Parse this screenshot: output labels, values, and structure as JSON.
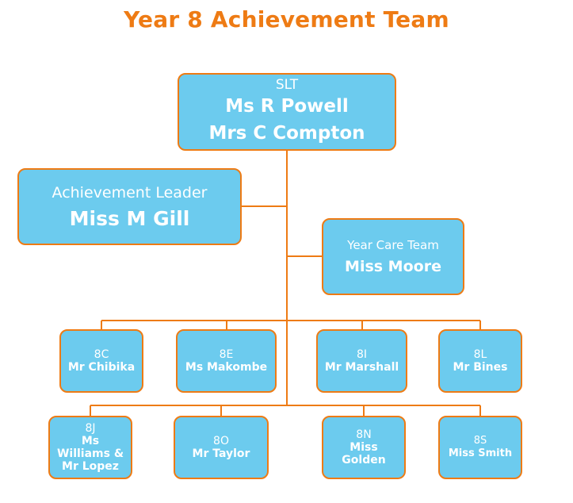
{
  "title": "Year 8 Achievement Team",
  "colors": {
    "title": "#ee7b14",
    "box_fill": "#6ccbee",
    "box_border": "#ee7b14",
    "connector": "#ee7b14",
    "text": "#ffffff"
  },
  "slt": {
    "role": "SLT",
    "names": [
      "Ms R Powell",
      "Mrs C Compton"
    ]
  },
  "achievement_leader": {
    "role": "Achievement Leader",
    "name": "Miss M Gill"
  },
  "year_care_team": {
    "role": "Year Care Team",
    "name": "Miss Moore"
  },
  "forms_row1": [
    {
      "form": "8C",
      "tutor": "Mr Chibika"
    },
    {
      "form": "8E",
      "tutor": "Ms Makombe"
    },
    {
      "form": "8I",
      "tutor": "Mr Marshall"
    },
    {
      "form": "8L",
      "tutor": "Mr Bines"
    }
  ],
  "forms_row2": [
    {
      "form": "8J",
      "tutor": "Ms Williams & Mr Lopez"
    },
    {
      "form": "8O",
      "tutor": "Mr Taylor"
    },
    {
      "form": "8N",
      "tutor": "Miss Golden"
    },
    {
      "form": "8S",
      "tutor": "Miss Smith"
    }
  ]
}
